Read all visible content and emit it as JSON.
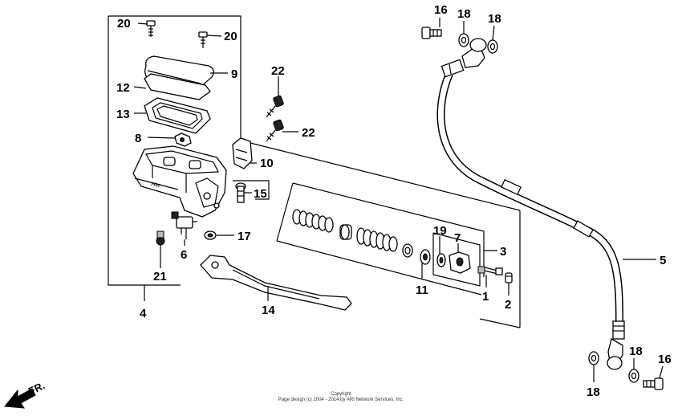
{
  "callouts": {
    "c1": "1",
    "c2": "2",
    "c3": "3",
    "c4": "4",
    "c5": "5",
    "c6": "6",
    "c7": "7",
    "c8": "8",
    "c9": "9",
    "c10": "10",
    "c11": "11",
    "c12": "12",
    "c13": "13",
    "c14": "14",
    "c15": "15",
    "c16a": "16",
    "c16b": "16",
    "c17": "17",
    "c18a": "18",
    "c18b": "18",
    "c18c": "18",
    "c18d": "18",
    "c19": "19",
    "c20a": "20",
    "c20b": "20",
    "c21": "21",
    "c22a": "22",
    "c22b": "22"
  },
  "reservoir_marking": "HM",
  "direction_label": "FR.",
  "copyright": {
    "line1": "Copyright",
    "line2": "Page design (c) 2004 - 2014 by ARI Network Services, Inc."
  }
}
